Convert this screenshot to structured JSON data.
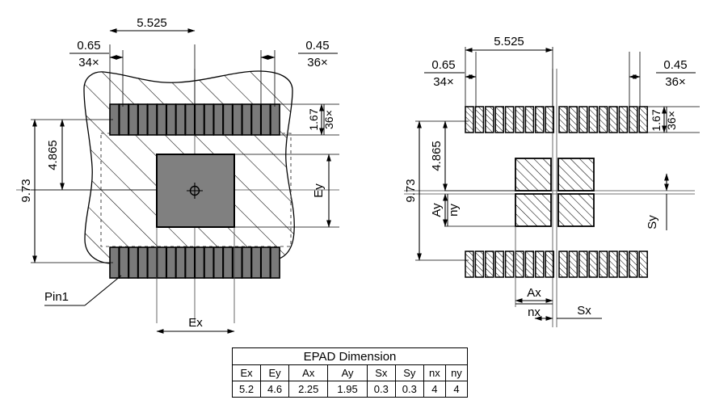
{
  "drawing": {
    "title": "QFN package land pattern dimension drawing",
    "left_view": {
      "name": "package-footprint-view",
      "dimensions": {
        "pitch_top": {
          "value": "0.65",
          "count": "34×"
        },
        "pad_width_top": {
          "value": "0.45",
          "count": "36×"
        },
        "span_x": "5.525",
        "overall_height": "9.73",
        "inner_height": "4.865",
        "pad_length": {
          "value": "1.67",
          "count": "36×"
        },
        "epad_height_label": "Ey",
        "epad_width_label": "Ex"
      },
      "pin1_label": "Pin1",
      "pad_count_per_row": 18,
      "epad_fill": "#808080",
      "body_outline_color": "#000000"
    },
    "right_view": {
      "name": "land-pattern-view",
      "dimensions": {
        "pitch_top": {
          "value": "0.65",
          "count": "34×"
        },
        "pad_width_top": {
          "value": "0.45",
          "count": "36×"
        },
        "span_x": "5.525",
        "overall_height": "9.73",
        "inner_height": "4.865",
        "pad_length": {
          "value": "1.67",
          "count": "36×"
        },
        "epad_sub_height": {
          "numerator": "Ay",
          "denominator": "ny"
        },
        "epad_sub_width": {
          "numerator": "Ax",
          "denominator": "nx"
        },
        "gap_x_label": "Sx",
        "gap_y_label": "Sy"
      },
      "pad_count_per_row": 18,
      "epad_sub_count": 4
    }
  },
  "table": {
    "title": "EPAD Dimension",
    "headers": [
      "Ex",
      "Ey",
      "Ax",
      "Ay",
      "Sx",
      "Sy",
      "nx",
      "ny"
    ],
    "values": [
      "5.2",
      "4.6",
      "2.25",
      "1.95",
      "0.3",
      "0.3",
      "4",
      "4"
    ]
  }
}
